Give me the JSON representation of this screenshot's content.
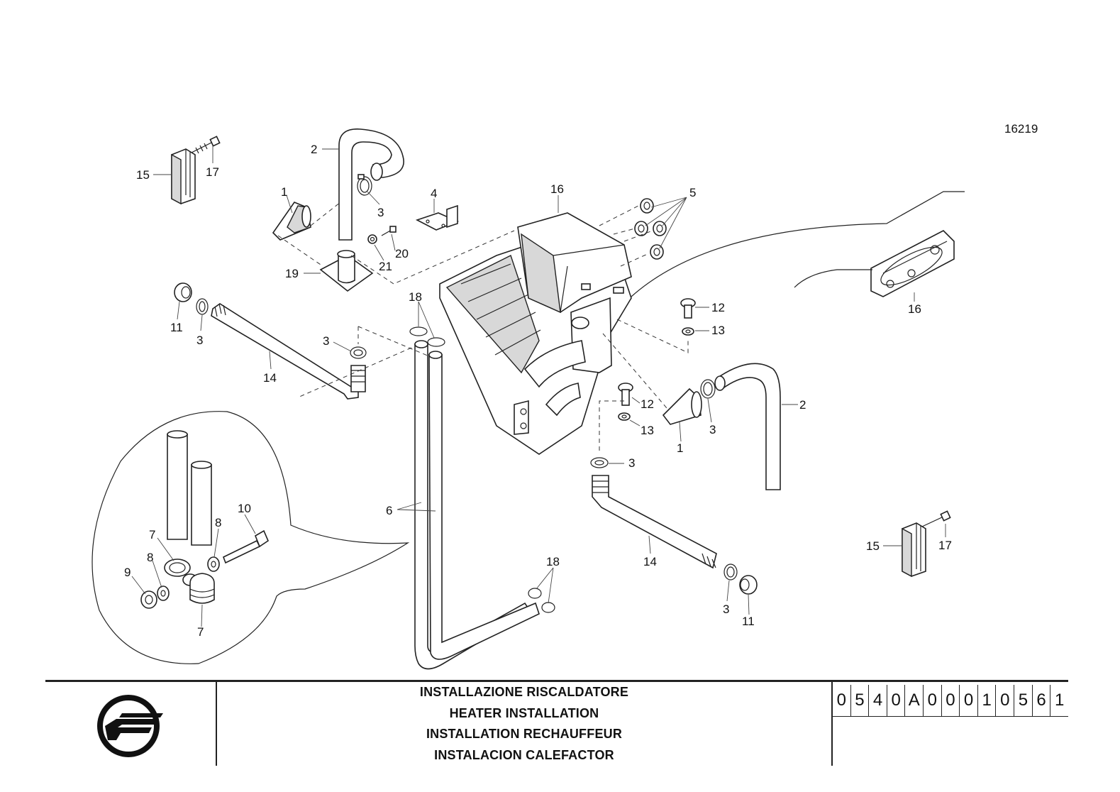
{
  "drawing_number": "16219",
  "callouts": {
    "c1a": "1",
    "c1b": "1",
    "c2a": "2",
    "c2b": "2",
    "c3a": "3",
    "c3b": "3",
    "c3c": "3",
    "c3d": "3",
    "c3e": "3",
    "c3f": "3",
    "c4": "4",
    "c5": "5",
    "c6": "6",
    "c7a": "7",
    "c7b": "7",
    "c8a": "8",
    "c8b": "8",
    "c9": "9",
    "c10": "10",
    "c11a": "11",
    "c11b": "11",
    "c12a": "12",
    "c12b": "12",
    "c13a": "13",
    "c13b": "13",
    "c14a": "14",
    "c14b": "14",
    "c15a": "15",
    "c15b": "15",
    "c16a": "16",
    "c16b": "16",
    "c17a": "17",
    "c17b": "17",
    "c18a": "18",
    "c18b": "18",
    "c19": "19",
    "c20": "20",
    "c21": "21"
  },
  "title_block": {
    "titles": [
      "INSTALLAZIONE RISCALDATORE",
      "HEATER INSTALLATION",
      "INSTALLATION RECHAUFFEUR",
      "INSTALACION CALEFACTOR"
    ],
    "code_chars": [
      "0",
      "5",
      "4",
      "0",
      "A",
      "0",
      "0",
      "0",
      "1",
      "0",
      "5",
      "6",
      "1"
    ],
    "logo": "manufacturer-logo"
  }
}
